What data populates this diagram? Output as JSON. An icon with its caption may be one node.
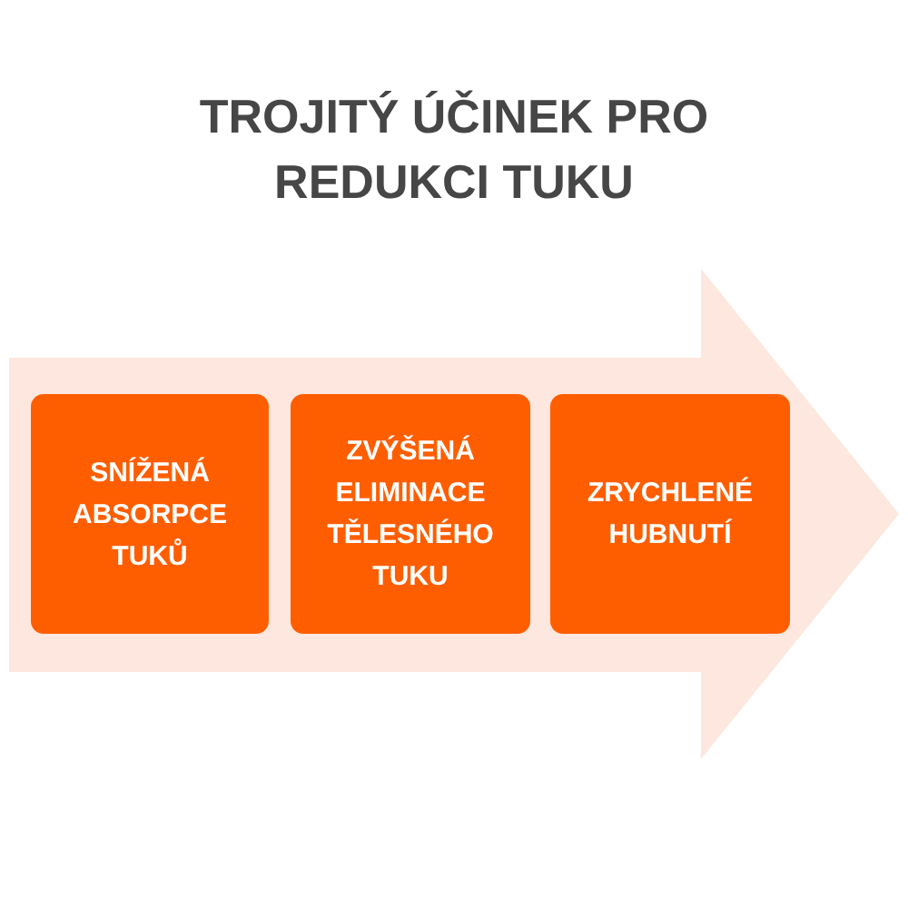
{
  "diagram": {
    "title": "TROJITÝ ÚČINEK PRO REDUKCI TUKU",
    "nodes": [
      {
        "text": [
          "SNÍŽENÁ ABSORPCE TUKŮ"
        ]
      },
      {
        "text": [
          "ZVÝŠENÁ ELIMINACE TĚLESNÉHO TUKU"
        ]
      },
      {
        "text": [
          "ZRYCHLENÉ HUBNUTÍ"
        ]
      }
    ]
  }
}
